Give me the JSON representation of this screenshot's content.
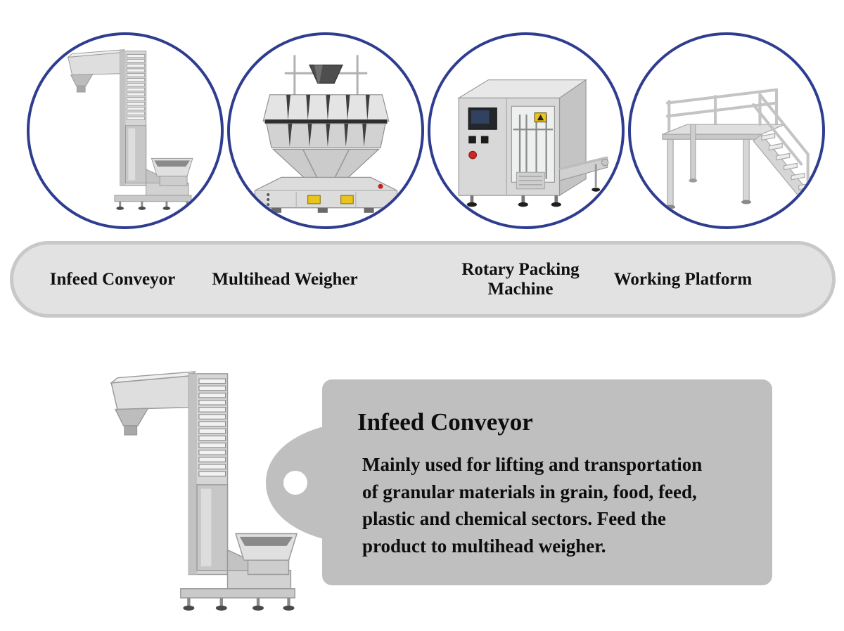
{
  "colors": {
    "circle_border": "#2e3d8f",
    "bar_fill": "#e2e2e2",
    "bar_border": "#c8c8c8",
    "callout_fill": "#bfbfbf",
    "text": "#111111",
    "background": "#ffffff"
  },
  "machine_nav": {
    "items": [
      {
        "label": "Infeed Conveyor",
        "image": "infeed-conveyor-photo"
      },
      {
        "label": "Multihead Weigher",
        "image": "multihead-weigher-photo"
      },
      {
        "label": "Rotary Packing Machine",
        "image": "rotary-packing-machine-photo"
      },
      {
        "label": "Working Platform",
        "image": "working-platform-photo"
      }
    ]
  },
  "detail": {
    "title": "Infeed Conveyor",
    "image": "infeed-conveyor-large-photo",
    "description": "Mainly used for lifting and transportation of granular materials in grain, food, feed, plastic and chemical sectors. Feed the product to multihead weigher.",
    "description_lines": [
      "Mainly used for lifting and transportation",
      "of granular materials in grain, food, feed,",
      "plastic and chemical sectors. Feed the",
      "product to multihead weigher."
    ]
  }
}
